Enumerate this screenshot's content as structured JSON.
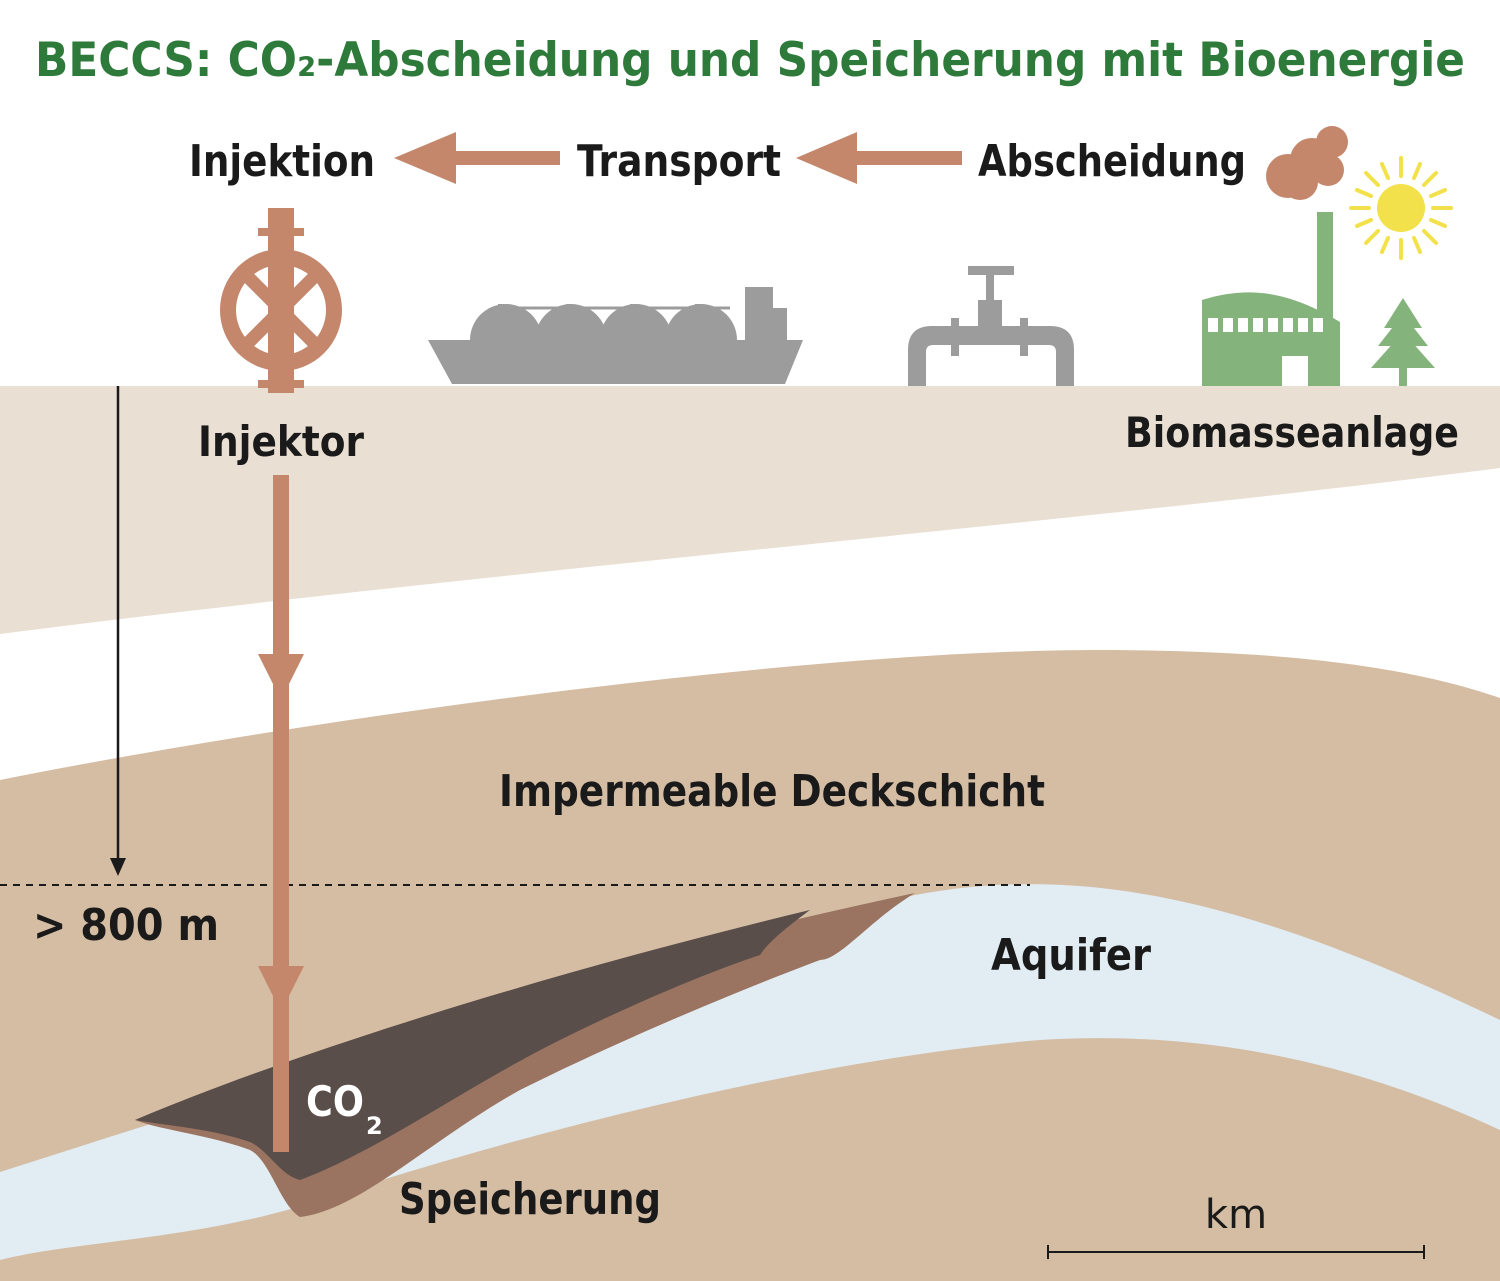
{
  "title": "BECCS: CO₂-Abscheidung und Speicherung mit Bioenergie",
  "process": {
    "step_injection": "Injektion",
    "step_transport": "Transport",
    "step_capture": "Abscheidung"
  },
  "labels": {
    "injector": "Injektor",
    "biomass_plant": "Biomasseanlage",
    "caprock": "Impermeable Deckschicht",
    "depth": "> 800 m",
    "aquifer": "Aquifer",
    "co2_main": "CO",
    "co2_sub": "2",
    "storage": "Speicherung",
    "scale_unit": "km"
  },
  "colors": {
    "title_green": "#2e7a3a",
    "arrow_brown": "#c4876c",
    "surface_layer": "#eadfd3",
    "rock_layer": "#d5bda3",
    "aquifer_blue": "#e1ecf3",
    "co2_dark": "#5a4e4b",
    "co2_fringe": "#9a7460",
    "machinery_gray": "#9c9c9c",
    "plant_green": "#84b47c",
    "sun_yellow": "#f2e14b"
  },
  "icons": [
    "valve-wheel-icon",
    "ship-icon",
    "pipeline-valve-icon",
    "factory-icon",
    "smoke-cloud-icon",
    "sun-icon",
    "tree-icon"
  ]
}
